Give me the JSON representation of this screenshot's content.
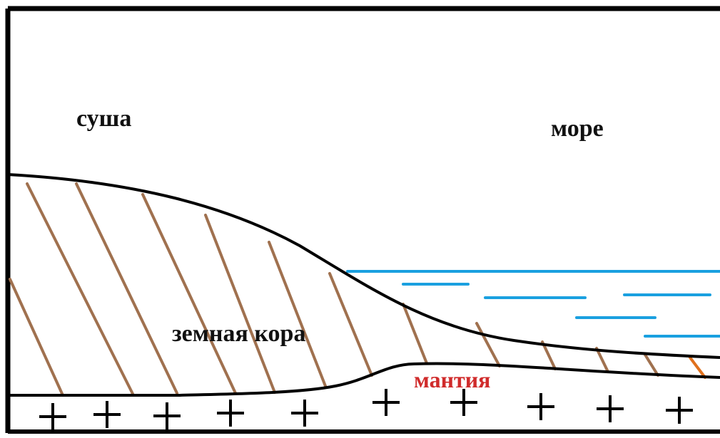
{
  "labels": {
    "land": "суша",
    "sea": "море",
    "crust": "земная кора",
    "mantle": "мантия"
  },
  "mantle_symbol": "+",
  "colors": {
    "outline": "#000000",
    "hatch": "#a0714f",
    "hatch_edge": "#e0701c",
    "water": "#1aa0e0",
    "text": "#111111",
    "mantle_label": "#d02b2b"
  }
}
